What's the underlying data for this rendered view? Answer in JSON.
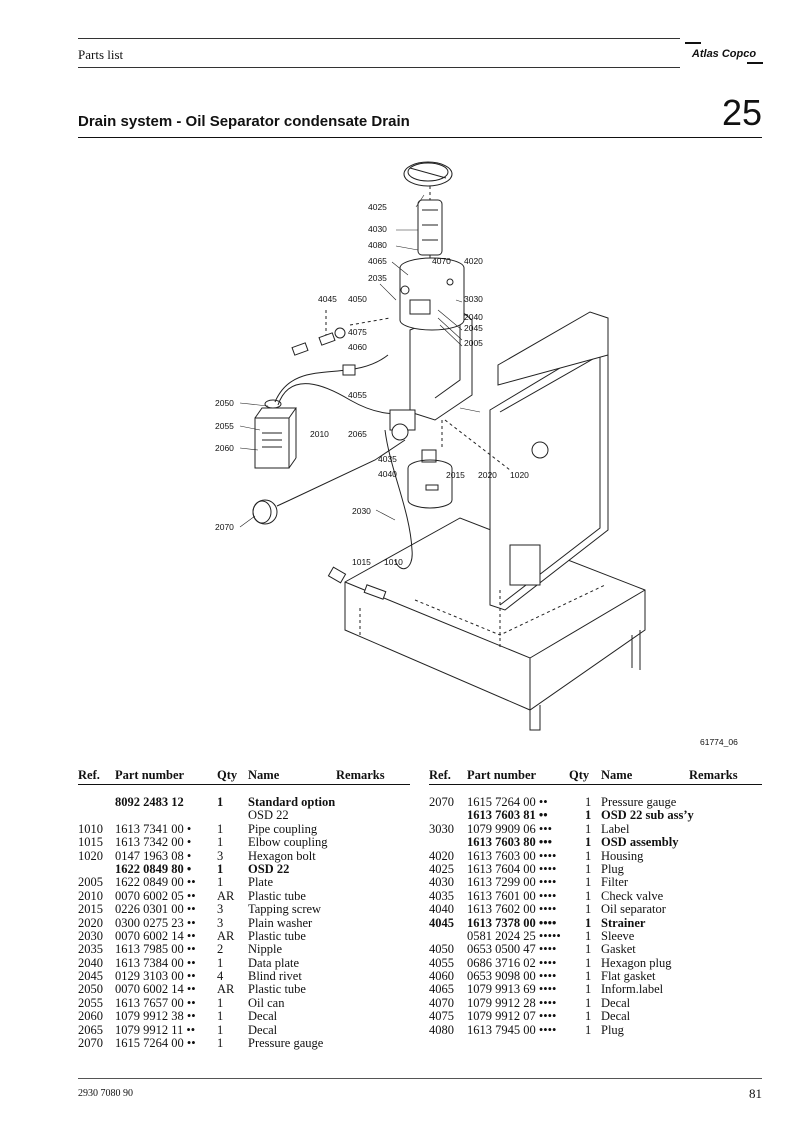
{
  "header": {
    "label": "Parts list",
    "brand": "Atlas Copco"
  },
  "section": {
    "title": "Drain system - Oil Separator condensate Drain",
    "number": "25"
  },
  "diagram": {
    "drawing_id": "61774_06",
    "callouts": [
      "4025",
      "4030",
      "4080",
      "4065",
      "4070",
      "4020",
      "2035",
      "4045",
      "4050",
      "3030",
      "2040",
      "2045",
      "4075",
      "4060",
      "2005",
      "4055",
      "2050",
      "2055",
      "2060",
      "2010",
      "2065",
      "4035",
      "4040",
      "2015",
      "2020",
      "1020",
      "2070",
      "2030",
      "1015",
      "1010"
    ]
  },
  "table": {
    "headers": {
      "ref": "Ref.",
      "part_number": "Part number",
      "qty": "Qty",
      "name": "Name",
      "remarks": "Remarks"
    },
    "left": [
      {
        "ref": "",
        "part": "8092 2483 12",
        "qty": "1",
        "name": "Standard option",
        "bold": true
      },
      {
        "ref": "",
        "part": "",
        "qty": "",
        "name": "OSD 22",
        "bold": false
      },
      {
        "ref": "1010",
        "part": "1613 7341 00 •",
        "qty": "1",
        "name": "Pipe coupling",
        "bold": false
      },
      {
        "ref": "1015",
        "part": "1613 7342 00 •",
        "qty": "1",
        "name": "Elbow coupling",
        "bold": false
      },
      {
        "ref": "1020",
        "part": "0147 1963 08 •",
        "qty": "3",
        "name": "Hexagon bolt",
        "bold": false
      },
      {
        "ref": "",
        "part": "1622 0849 80 •",
        "qty": "1",
        "name": "OSD 22",
        "bold": true
      },
      {
        "ref": "2005",
        "part": "1622 0849 00 ••",
        "qty": "1",
        "name": "Plate",
        "bold": false
      },
      {
        "ref": "2010",
        "part": "0070 6002 05 ••",
        "qty": "AR",
        "name": "Plastic tube",
        "bold": false
      },
      {
        "ref": "2015",
        "part": "0226 0301 00 ••",
        "qty": "3",
        "name": "Tapping screw",
        "bold": false
      },
      {
        "ref": "2020",
        "part": "0300 0275 23 ••",
        "qty": "3",
        "name": "Plain washer",
        "bold": false
      },
      {
        "ref": "2030",
        "part": "0070 6002 14 ••",
        "qty": "AR",
        "name": "Plastic tube",
        "bold": false
      },
      {
        "ref": "2035",
        "part": "1613 7985 00 ••",
        "qty": "2",
        "name": "Nipple",
        "bold": false
      },
      {
        "ref": "2040",
        "part": "1613 7384 00 ••",
        "qty": "1",
        "name": "Data plate",
        "bold": false
      },
      {
        "ref": "2045",
        "part": "0129 3103 00 ••",
        "qty": "4",
        "name": "Blind rivet",
        "bold": false
      },
      {
        "ref": "2050",
        "part": "0070 6002 14 ••",
        "qty": "AR",
        "name": "Plastic tube",
        "bold": false
      },
      {
        "ref": "2055",
        "part": "1613 7657 00 ••",
        "qty": "1",
        "name": "Oil can",
        "bold": false
      },
      {
        "ref": "2060",
        "part": "1079 9912 38 ••",
        "qty": "1",
        "name": "Decal",
        "bold": false
      },
      {
        "ref": "2065",
        "part": "1079 9912 11 ••",
        "qty": "1",
        "name": "Decal",
        "bold": false
      },
      {
        "ref": "2070",
        "part": "1615 7264 00 ••",
        "qty": "1",
        "name": "Pressure gauge",
        "bold": false
      }
    ],
    "right": [
      {
        "ref": "2070",
        "part": "1615 7264 00 ••",
        "qty": "1",
        "name": "Pressure gauge",
        "bold": false
      },
      {
        "ref": "",
        "part": "1613 7603 81 ••",
        "qty": "1",
        "name": "OSD 22 sub ass’y",
        "bold": true
      },
      {
        "ref": "3030",
        "part": "1079 9909 06 •••",
        "qty": "1",
        "name": "Label",
        "bold": false
      },
      {
        "ref": "",
        "part": "1613 7603 80 •••",
        "qty": "1",
        "name": "OSD assembly",
        "bold": true
      },
      {
        "ref": "4020",
        "part": "1613 7603 00 ••••",
        "qty": "1",
        "name": "Housing",
        "bold": false
      },
      {
        "ref": "4025",
        "part": "1613 7604 00 ••••",
        "qty": "1",
        "name": "Plug",
        "bold": false
      },
      {
        "ref": "4030",
        "part": "1613 7299 00 ••••",
        "qty": "1",
        "name": "Filter",
        "bold": false
      },
      {
        "ref": "4035",
        "part": "1613 7601 00 ••••",
        "qty": "1",
        "name": "Check valve",
        "bold": false
      },
      {
        "ref": "4040",
        "part": "1613 7602 00 ••••",
        "qty": "1",
        "name": "Oil separator",
        "bold": false
      },
      {
        "ref": "4045",
        "part": "1613 7378 00 ••••",
        "qty": "1",
        "name": "Strainer",
        "bold": true
      },
      {
        "ref": "",
        "part": "0581 2024 25 •••••",
        "qty": "1",
        "name": "Sleeve",
        "bold": false
      },
      {
        "ref": "4050",
        "part": "0653 0500 47 ••••",
        "qty": "1",
        "name": "Gasket",
        "bold": false
      },
      {
        "ref": "4055",
        "part": "0686 3716 02 ••••",
        "qty": "1",
        "name": "Hexagon plug",
        "bold": false
      },
      {
        "ref": "4060",
        "part": "0653 9098 00 ••••",
        "qty": "1",
        "name": "Flat gasket",
        "bold": false
      },
      {
        "ref": "4065",
        "part": "1079 9913 69 ••••",
        "qty": "1",
        "name": "Inform.label",
        "bold": false
      },
      {
        "ref": "4070",
        "part": "1079 9912 28 ••••",
        "qty": "1",
        "name": "Decal",
        "bold": false
      },
      {
        "ref": "4075",
        "part": "1079 9912 07 ••••",
        "qty": "1",
        "name": "Decal",
        "bold": false
      },
      {
        "ref": "4080",
        "part": "1613 7945 00 ••••",
        "qty": "1",
        "name": "Plug",
        "bold": false
      }
    ]
  },
  "footer": {
    "doc_number": "2930 7080 90",
    "page_number": "81"
  }
}
